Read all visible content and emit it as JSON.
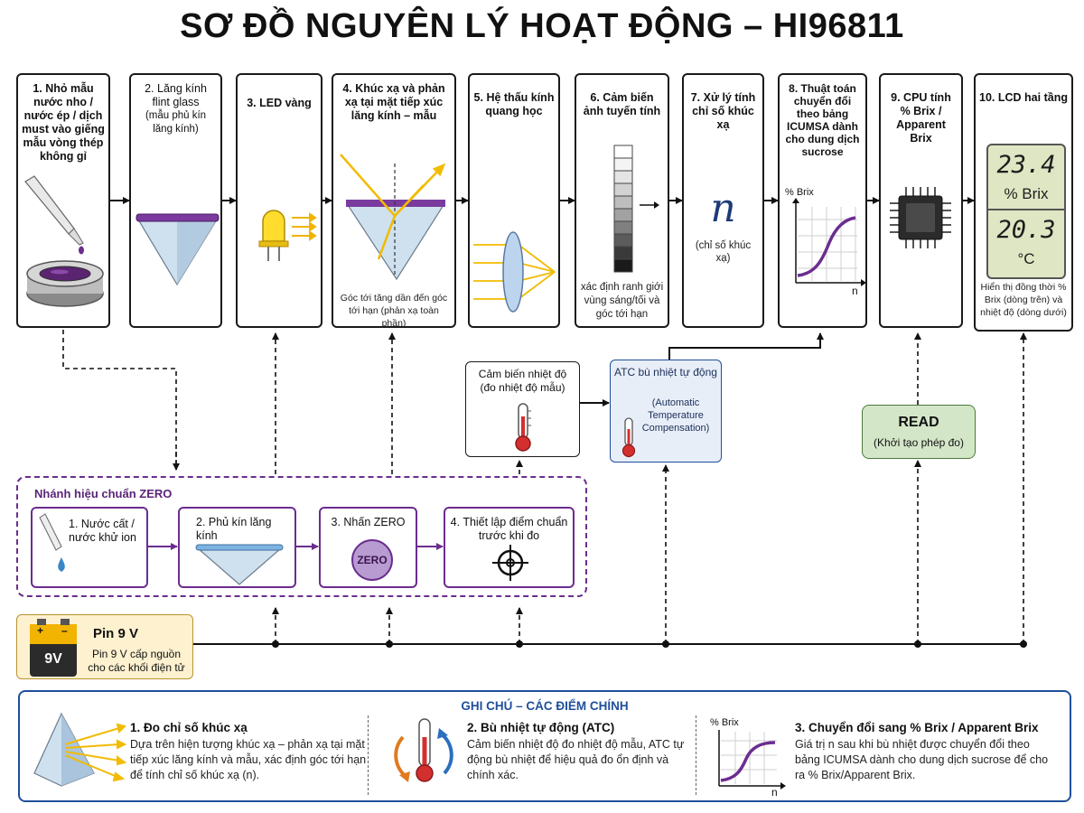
{
  "title": "SƠ ĐỒ NGUYÊN LÝ HOẠT ĐỘNG – HI96811",
  "steps": [
    {
      "label": "1. Nhỏ mẫu nước nho / nước ép / dịch must vào giếng mẫu vòng thép không gỉ"
    },
    {
      "label": "2. Lăng kính flint glass",
      "sub": "(mẫu phủ kín lăng kính)"
    },
    {
      "label": "3. LED vàng"
    },
    {
      "label": "4. Khúc xạ và phản xạ tại mặt tiếp xúc lăng kính – mẫu",
      "note": "Góc tới tăng dần đến góc tới hạn (phản xạ toàn phần)"
    },
    {
      "label": "5. Hệ thấu kính quang học"
    },
    {
      "label": "6. Cảm biến ảnh tuyến tính",
      "note": "xác định ranh giới vùng sáng/tối và góc tới hạn"
    },
    {
      "label": "7. Xử lý tính chỉ số khúc xạ",
      "symbol": "n",
      "note": "(chỉ số khúc xạ)"
    },
    {
      "label": "8. Thuật toán chuyển đổi theo bảng ICUMSA dành cho dung dịch sucrose",
      "y_axis": "% Brix",
      "x_axis": "n"
    },
    {
      "label": "9. CPU tính % Brix / Apparent Brix"
    },
    {
      "label": "10. LCD hai tầng",
      "lcd_top": "23.4",
      "lcd_top_unit": "% Brix",
      "lcd_bottom": "20.3",
      "lcd_bottom_unit": "°C",
      "note": "Hiển thị đồng thời % Brix (dòng trên) và nhiệt độ (dòng dưới)"
    }
  ],
  "temp_sensor": {
    "label": "Cảm biến nhiệt độ (đo nhiệt độ mẫu)"
  },
  "atc": {
    "label": "ATC bù nhiệt tự động",
    "sub": "(Automatic Temperature Compensation)"
  },
  "read": {
    "label": "READ",
    "sub": "(Khởi tạo phép đo)"
  },
  "zero": {
    "title": "Nhánh hiệu chuẩn ZERO",
    "steps": [
      {
        "label": "1. Nước cất / nước khử ion"
      },
      {
        "label": "2. Phủ kín lăng kính"
      },
      {
        "label": "3. Nhấn ZERO",
        "button": "ZERO"
      },
      {
        "label": "4. Thiết lập điểm chuẩn trước khi đo"
      }
    ]
  },
  "battery": {
    "label": "Pin 9 V",
    "icon_text": "9V",
    "plus": "+",
    "minus": "–",
    "desc": "Pin 9 V cấp nguồn cho các khối điện tử"
  },
  "notes": {
    "title": "GHI CHÚ – CÁC ĐIỂM CHÍNH",
    "items": [
      {
        "heading": "1. Đo chỉ số khúc xạ",
        "text": "Dựa trên hiện tượng khúc xạ – phản xạ tại mặt tiếp xúc lăng kính và mẫu, xác định góc tới hạn để tính chỉ số khúc xạ (n)."
      },
      {
        "heading": "2. Bù nhiệt tự động (ATC)",
        "text": "Cảm biến nhiệt độ đo nhiệt độ mẫu, ATC tự động bù nhiệt để hiệu quả đo ổn định và chính xác."
      },
      {
        "heading": "3. Chuyển đổi sang % Brix / Apparent Brix",
        "text": "Giá trị n sau khi bù nhiệt được chuyển đổi theo bảng ICUMSA dành cho dung dịch sucrose để cho ra % Brix/Apparent Brix.",
        "y_axis": "% Brix",
        "x_axis": "n"
      }
    ]
  },
  "colors": {
    "accent": "#6b2d8f",
    "notes_border": "#1f4f9a",
    "read_bg": "#d4e6c8",
    "atc_bg": "#e8eef8",
    "battery_bg": "#fdf1cf",
    "lcd_bg": "#dfe6c3"
  }
}
